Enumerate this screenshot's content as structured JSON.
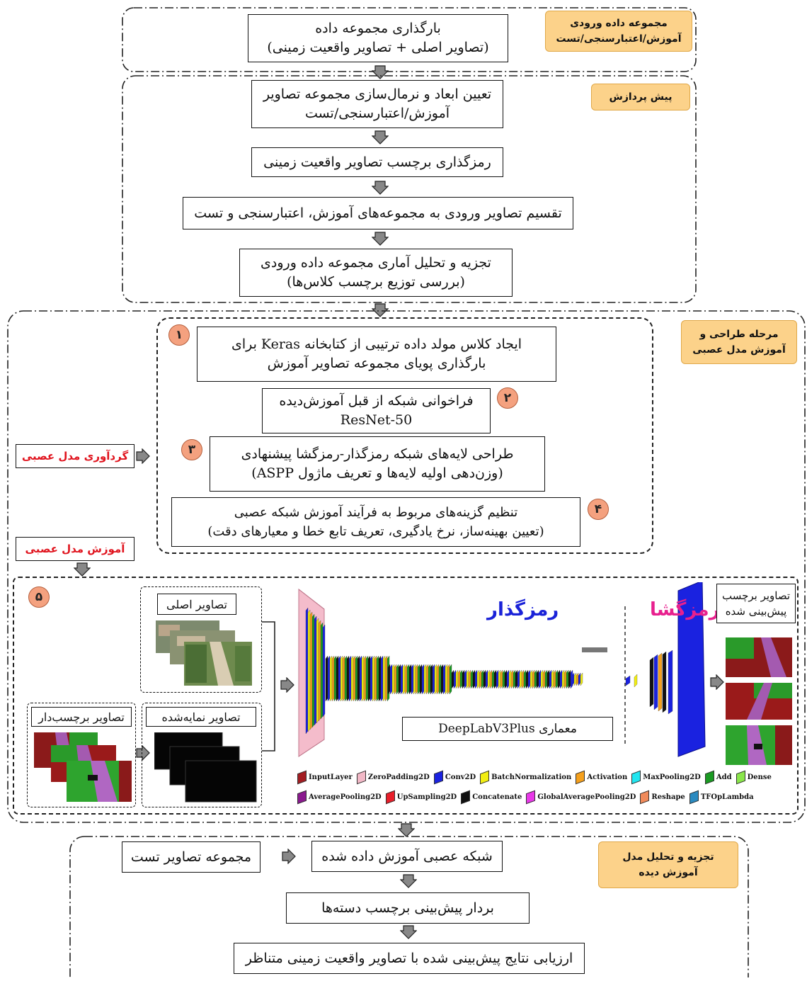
{
  "input_stage": {
    "tag_lines": [
      "مجموعه داده ورودی",
      "آموزش/اعتبارسنجی/تست"
    ],
    "box_lines": [
      "بارگذاری مجموعه داده",
      "(تصاویر اصلی + تصاویر واقعیت زمینی)"
    ]
  },
  "preprocess_stage": {
    "tag": "پیش پردازش",
    "steps": [
      {
        "lines": [
          "تعیین ابعاد و نرمال‌سازی مجموعه تصاویر",
          "آموزش/اعتبارسنجی/تست"
        ]
      },
      {
        "lines": [
          "رمزگذاری برچسب تصاویر واقعیت زمینی"
        ]
      },
      {
        "lines": [
          "تقسیم تصاویر ورودی به مجموعه‌های آموزش، اعتبارسنجی و تست"
        ]
      },
      {
        "lines": [
          "تجزیه و تحلیل آماری مجموعه داده ورودی",
          "(بررسی توزیع برچسب کلاس‌ها)"
        ]
      }
    ]
  },
  "design_stage": {
    "tag_lines": [
      "مرحله طراحی و",
      "آموزش مدل عصبی"
    ],
    "collect_label": "گردآوری مدل عصبی",
    "train_label": "آموزش مدل عصبی",
    "steps": [
      {
        "badge": "۱",
        "lines": [
          "ایجاد کلاس مولد داده ترتیبی از کتابخانه Keras برای",
          "بارگذاری پویای مجموعه تصاویر آموزش"
        ]
      },
      {
        "badge": "۲",
        "lines": [
          "فراخوانی شبکه از قبل آموزش‌دیده",
          "ResNet-50"
        ]
      },
      {
        "badge": "۳",
        "lines": [
          "طراحی لایه‌های شبکه رمزگذار-رمزگشا پیشنهادی",
          "(وزن‌دهی اولیه لایه‌ها و تعریف ماژول ASPP)"
        ]
      },
      {
        "badge": "۴",
        "lines": [
          "تنظیم گزینه‌های مربوط به فرآیند آموزش شبکه عصبی",
          "(تعیین بهینه‌ساز، نرخ یادگیری، تعریف تابع خطا و معیارهای دقت)"
        ]
      }
    ]
  },
  "training_panel": {
    "badge": "۵",
    "original_images": "تصاویر اصلی",
    "labeled_images": "تصاویر برچسب‌دار",
    "indexed_images": "تصاویر نمایه‌شده",
    "predicted_images_lines": [
      "تصاویر برچسب",
      "پیش‌بینی شده"
    ],
    "encoder": "رمزگذار",
    "decoder": "رمزگشا",
    "architecture": "معماری DeepLabV3Plus",
    "legend": [
      {
        "name": "InputLayer",
        "color": "#a31d22"
      },
      {
        "name": "ZeroPadding2D",
        "color": "#f2b8c6"
      },
      {
        "name": "Conv2D",
        "color": "#1a22e0"
      },
      {
        "name": "BatchNormalization",
        "color": "#f2ee12"
      },
      {
        "name": "Activation",
        "color": "#f5a01c"
      },
      {
        "name": "MaxPooling2D",
        "color": "#22e6f0"
      },
      {
        "name": "Add",
        "color": "#1a9a22"
      },
      {
        "name": "Dense",
        "color": "#8ae64a"
      },
      {
        "name": "AveragePooling2D",
        "color": "#8a1a8e"
      },
      {
        "name": "UpSampling2D",
        "color": "#e81e2a"
      },
      {
        "name": "Concatenate",
        "color": "#111111"
      },
      {
        "name": "GlobalAveragePooling2D",
        "color": "#e838e8"
      },
      {
        "name": "Reshape",
        "color": "#f08a5a"
      },
      {
        "name": "TFOpLambda",
        "color": "#2a8ac0"
      }
    ]
  },
  "eval_stage": {
    "tag_lines": [
      "تجزیه و تحلیل مدل",
      "آموزش دیده"
    ],
    "test_set": "مجموعه تصاویر تست",
    "trained_net": "شبکه عصبی آموزش داده شده",
    "predict_vector": "بردار پیش‌بینی برچسب دسته‌ها",
    "evaluate": "ارزیابی نتایج پیش‌بینی شده با تصاویر واقعیت زمینی متناظر"
  }
}
